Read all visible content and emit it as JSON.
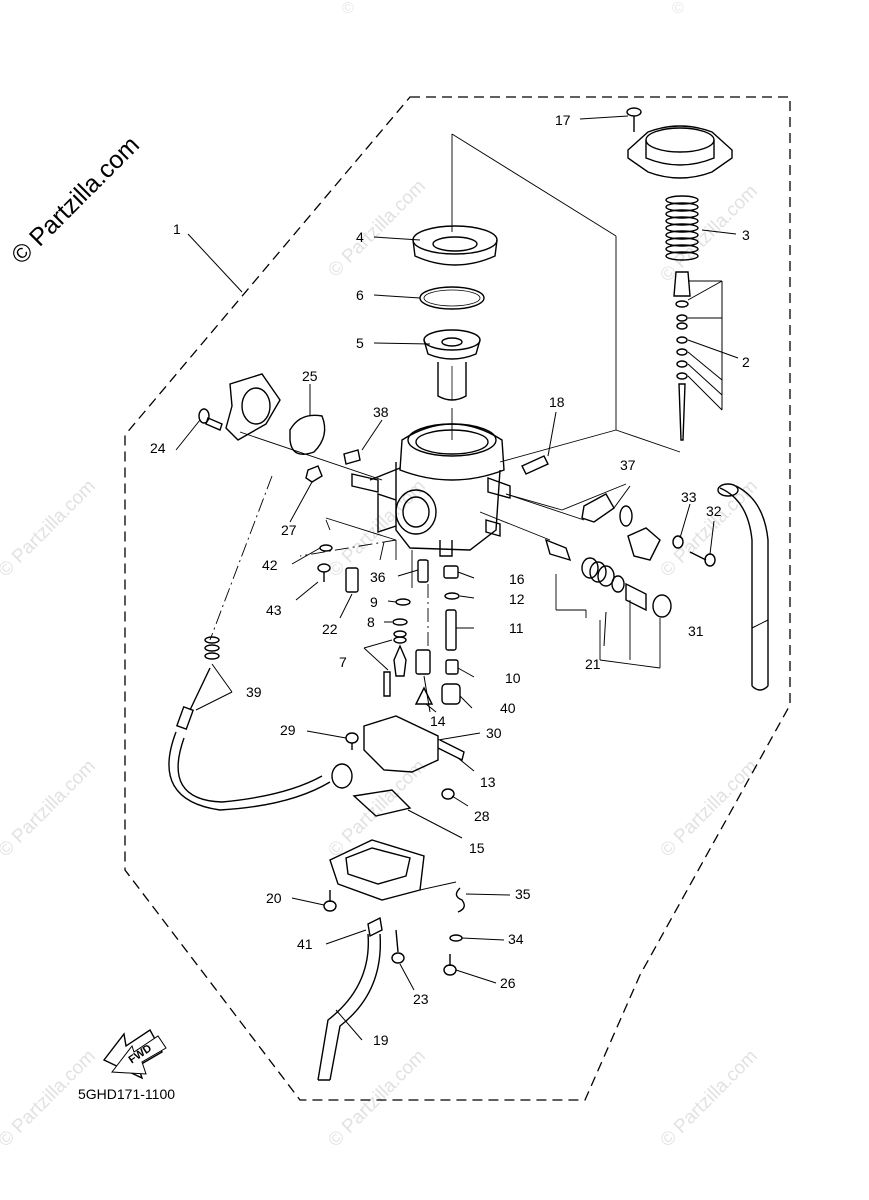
{
  "watermark": {
    "main": "© Partzilla.com",
    "repeat": "© Partzilla.com",
    "corner": "©"
  },
  "diagram_code": "5GHD171-1100",
  "fwd_label": "FWD",
  "callouts": [
    "1",
    "2",
    "3",
    "4",
    "5",
    "6",
    "7",
    "8",
    "9",
    "10",
    "11",
    "12",
    "13",
    "14",
    "15",
    "16",
    "17",
    "18",
    "19",
    "20",
    "21",
    "22",
    "23",
    "24",
    "25",
    "26",
    "27",
    "28",
    "29",
    "30",
    "31",
    "32",
    "33",
    "34",
    "35",
    "36",
    "37",
    "38",
    "39",
    "40",
    "41",
    "42",
    "43"
  ],
  "colors": {
    "line": "#000000",
    "watermark": "#dddddd",
    "background": "#ffffff"
  }
}
